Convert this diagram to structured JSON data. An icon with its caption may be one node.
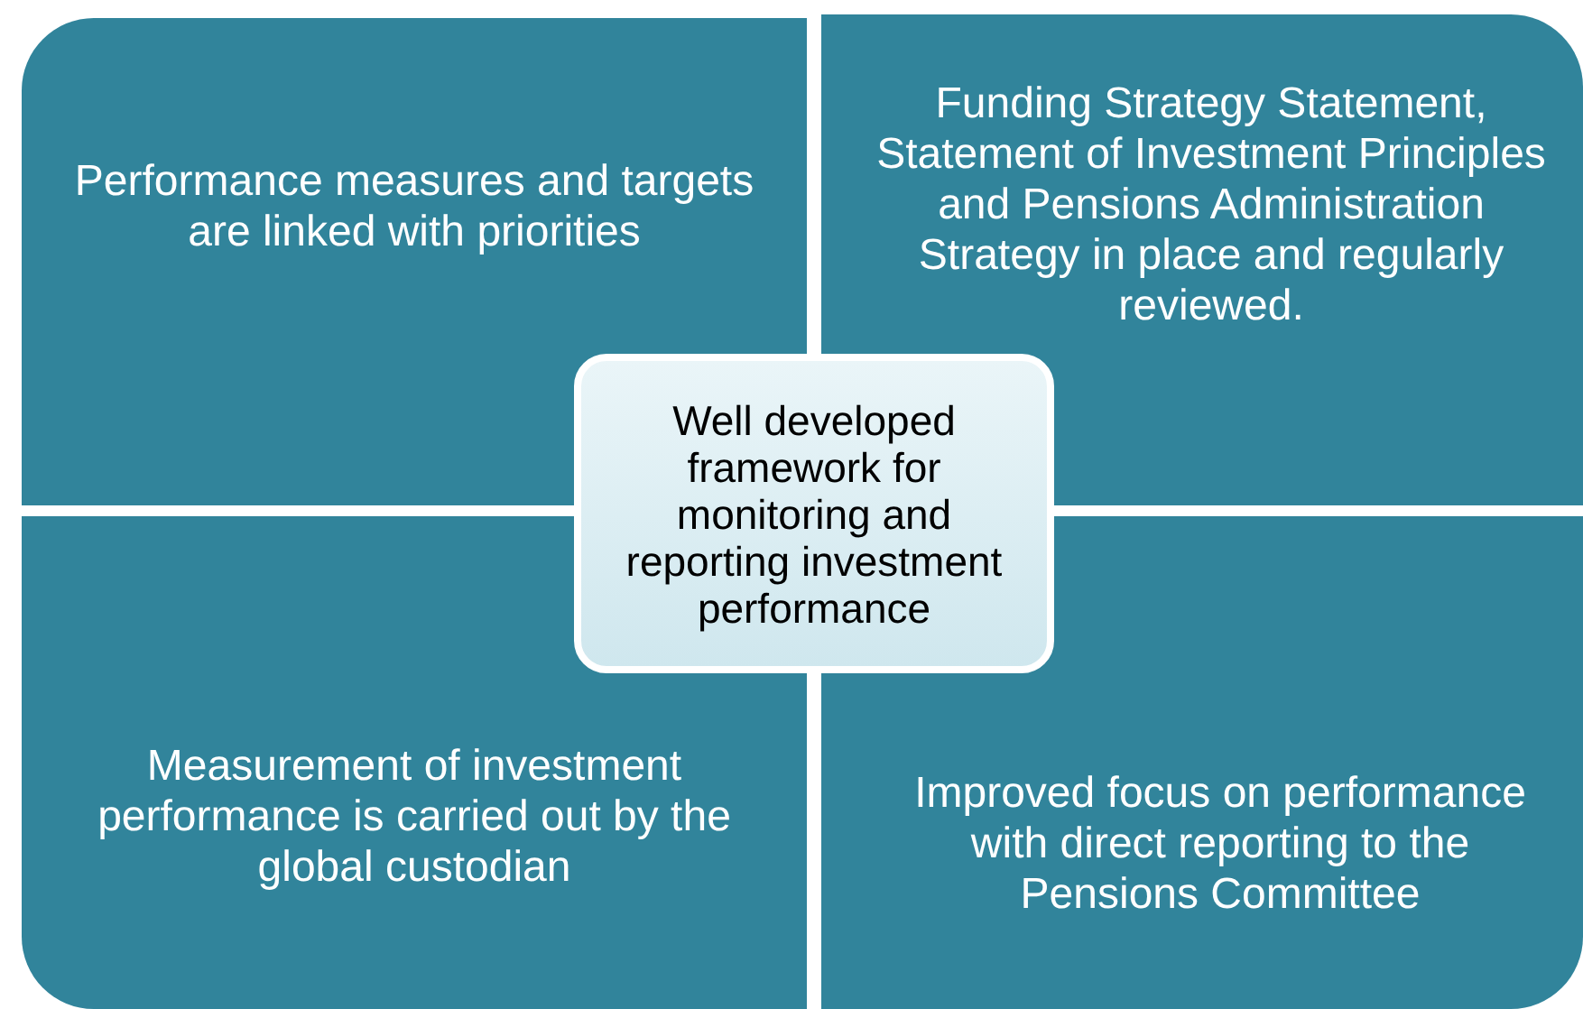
{
  "diagram": {
    "nodes": [
      {
        "text": [
          "Performance measures and targets are linked with priorities"
        ]
      },
      {
        "text": [
          "Funding Strategy Statement, Statement of Investment Principles and Pensions Administration Strategy in place and regularly reviewed."
        ]
      },
      {
        "text": [
          "Well developed framework for monitoring and reporting investment performance"
        ]
      },
      {
        "text": [
          "Measurement of investment performance is carried out by the global custodian"
        ]
      },
      {
        "text": [
          "Improved focus on performance with direct reporting to the Pensions Committee"
        ]
      }
    ]
  }
}
